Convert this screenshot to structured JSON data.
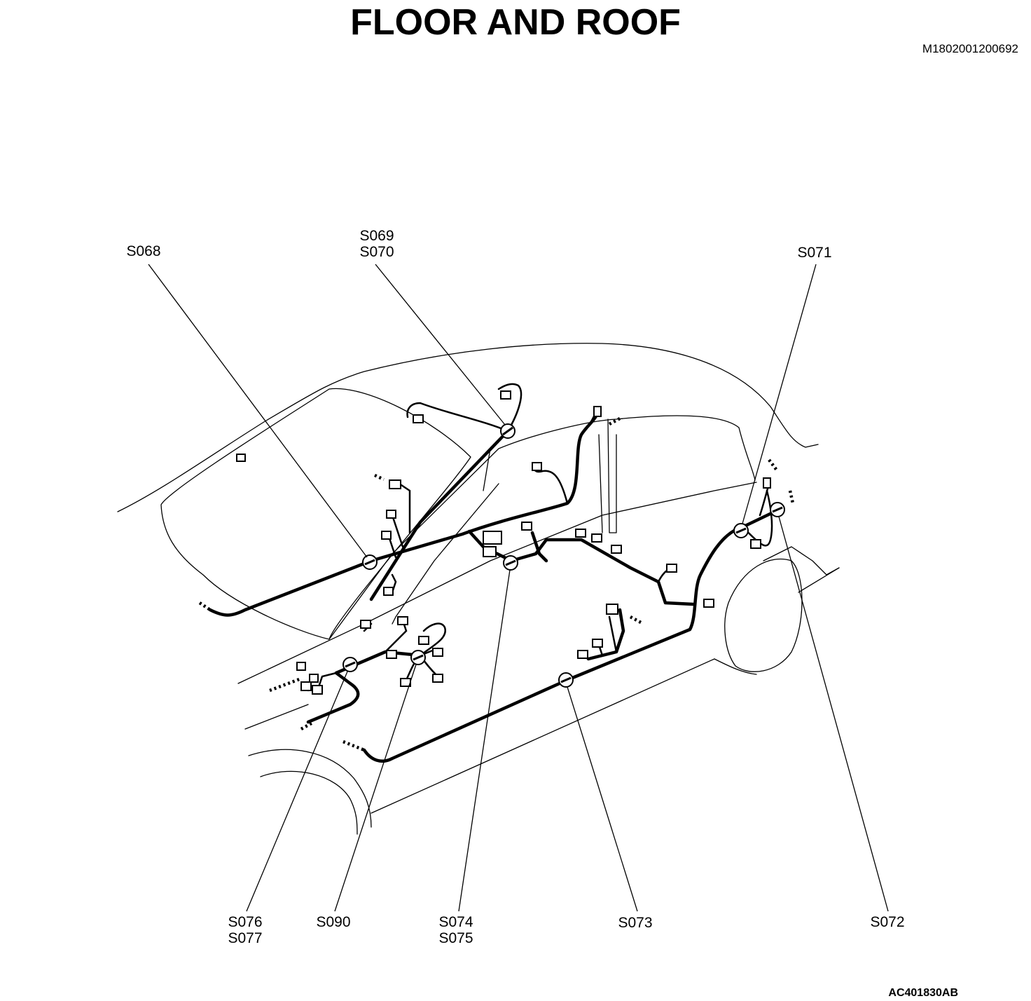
{
  "title": "FLOOR AND ROOF",
  "document_id": "M1802001200692",
  "figure_id": "AC401830AB",
  "splices": [
    {
      "id": "s068",
      "lines": [
        "S068"
      ]
    },
    {
      "id": "s069-s070",
      "lines": [
        "S069",
        "S070"
      ]
    },
    {
      "id": "s071",
      "lines": [
        "S071"
      ]
    },
    {
      "id": "s076-s077",
      "lines": [
        "S076",
        "S077"
      ]
    },
    {
      "id": "s090",
      "lines": [
        "S090"
      ]
    },
    {
      "id": "s074-s075",
      "lines": [
        "S074",
        "S075"
      ]
    },
    {
      "id": "s073",
      "lines": [
        "S073"
      ]
    },
    {
      "id": "s072",
      "lines": [
        "S072"
      ]
    }
  ]
}
